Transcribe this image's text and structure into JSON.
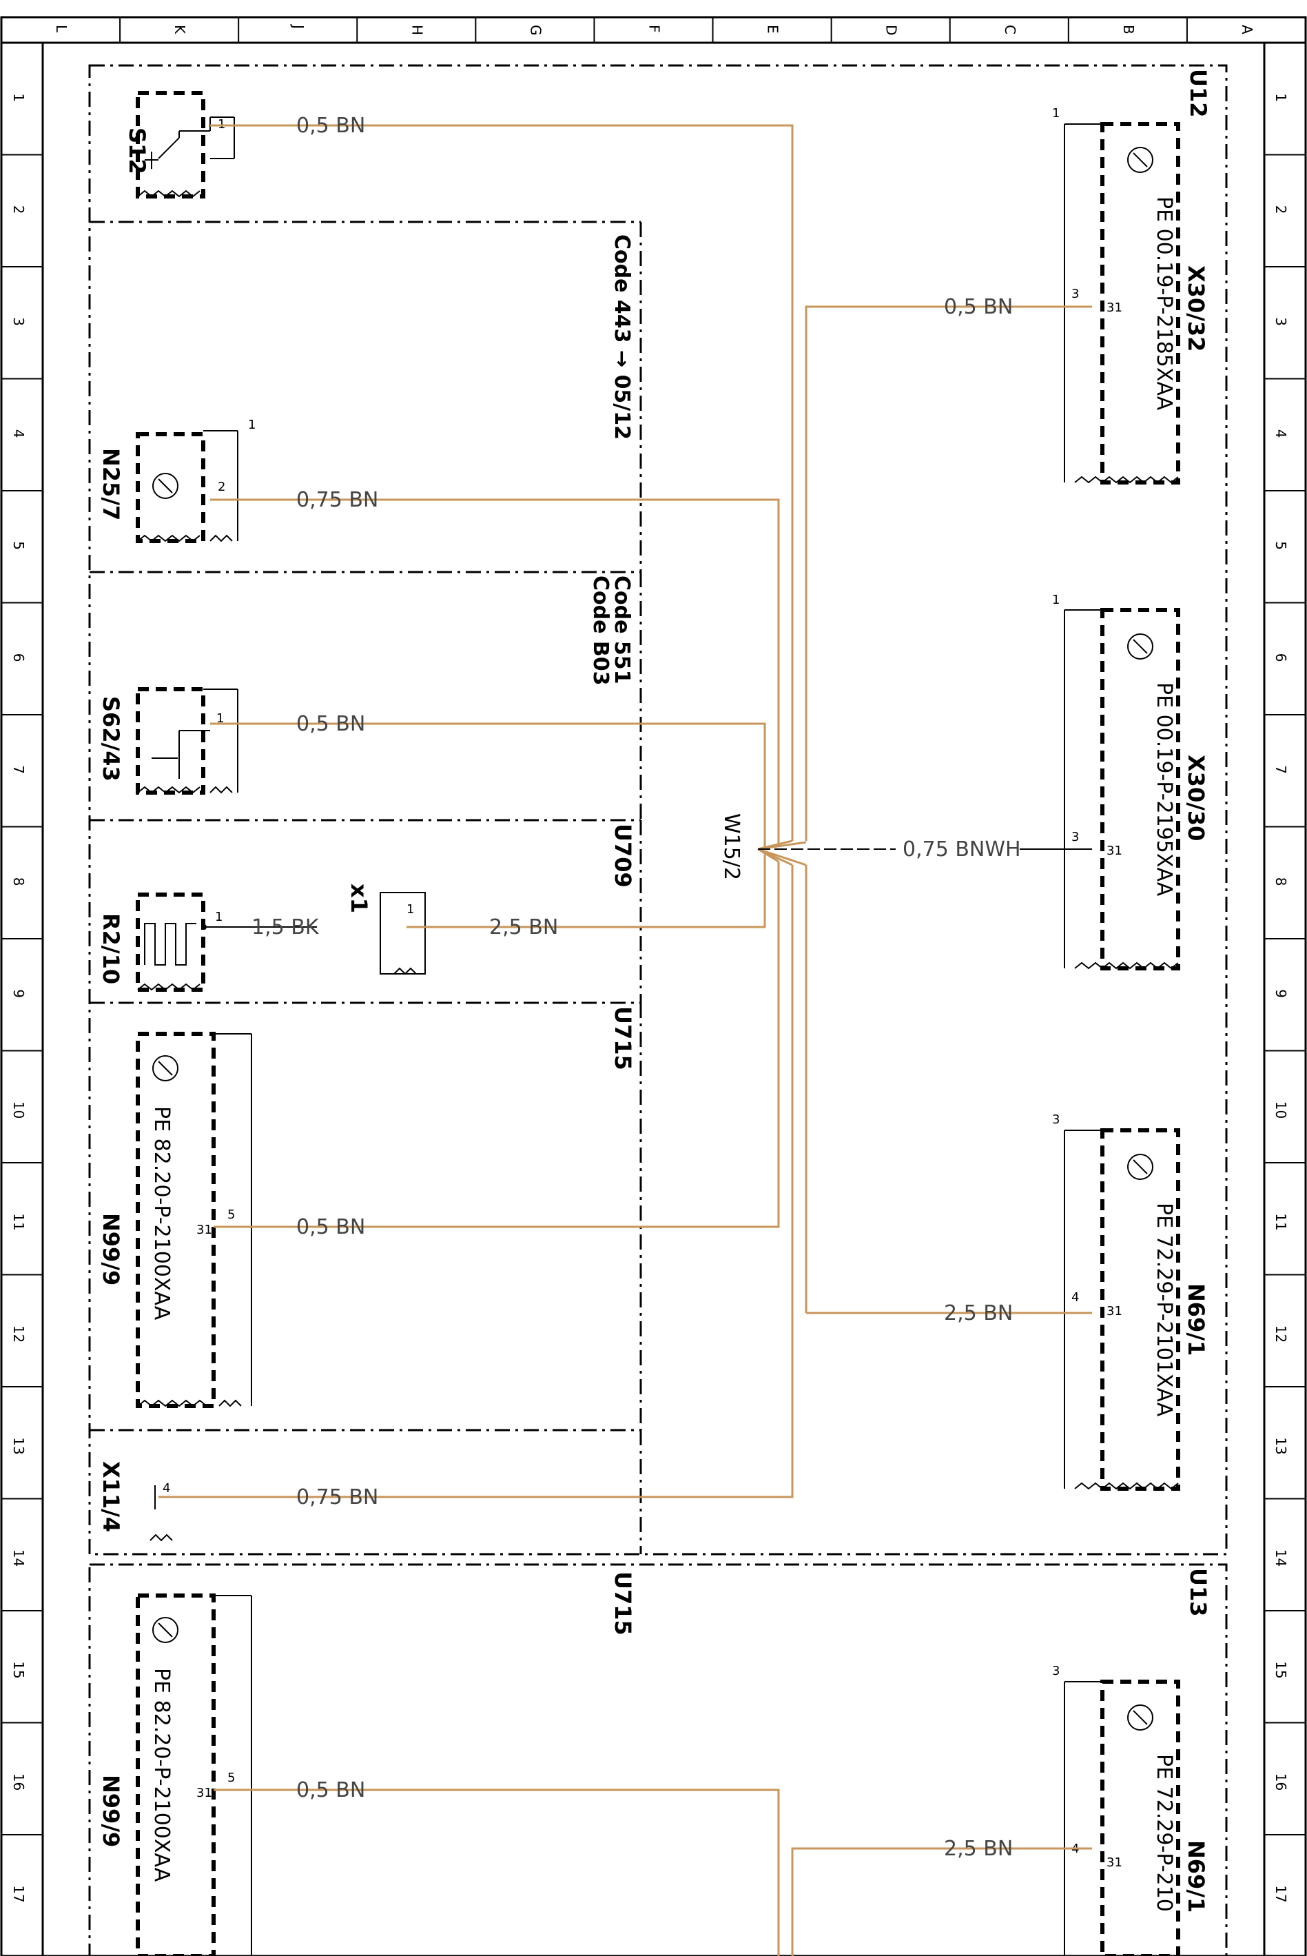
{
  "grid": {
    "columns": [
      "L",
      "K",
      "J",
      "H",
      "G",
      "F",
      "E",
      "D",
      "C",
      "B",
      "A"
    ],
    "rows": [
      "1",
      "2",
      "3",
      "4",
      "5",
      "6",
      "7",
      "8",
      "9",
      "10",
      "11",
      "12",
      "13",
      "14",
      "15",
      "16",
      "17"
    ]
  },
  "modules": {
    "u12": "U12",
    "u13": "U13"
  },
  "sections": {
    "code_443": "Code 443 → 05/12",
    "code_551": "Code 551",
    "code_b03": "Code B03",
    "u709": "U709",
    "u715_a": "U715",
    "u715_b": "U715"
  },
  "components": {
    "s12": "S12",
    "n25_7": "N25/7",
    "s62_43": "S62/43",
    "r2_10": "R2/10",
    "x1": "x1",
    "n99_9_a": "N99/9",
    "n99_9_b": "N99/9",
    "x11_4": "X11/4",
    "x30_32": "X30/32",
    "x30_30": "X30/30",
    "n69_1_a": "N69/1",
    "n69_1_b": "N69/1",
    "w15_2": "W15/2"
  },
  "docrefs": {
    "x30_32": "PE 00.19-P-2185XAA",
    "x30_30": "PE 00.19-P-2195XAA",
    "n69_1_a": "PE 72.29-P-2101XAA",
    "n69_1_b": "PE 72.29-P-210",
    "n99_9_a": "PE 82.20-P-2100XAA",
    "n99_9_b": "PE 82.20-P-2100XAA"
  },
  "pins": {
    "s12": "1",
    "n25_7_a": "1",
    "n25_7_b": "2",
    "s62_43": "1",
    "r2_10": "1",
    "x1": "1",
    "n99_9_a_5": "5",
    "n99_9_a_31": "31",
    "n99_9_b_5": "5",
    "n99_9_b_31": "31",
    "x11_4": "4",
    "x30_32_top": "1",
    "x30_32_3": "3",
    "x30_32_31": "31",
    "x30_30_top": "1",
    "x30_30_3": "3",
    "x30_30_31": "31",
    "n69_1_a_top": "3",
    "n69_1_a_4": "4",
    "n69_1_a_31": "31",
    "n69_1_b_top": "3",
    "n69_1_b_4": "4",
    "n69_1_b_31": "31"
  },
  "wires": {
    "s12": "0,5 BN",
    "n25_7": "0,75 BN",
    "s62_43": "0,5 BN",
    "r2_10": "1,5 BK",
    "x1": "2,5 BN",
    "n99_9_a": "0,5 BN",
    "x11_4": "0,75 BN",
    "n99_9_b": "0,5 BN",
    "x30_32": "0,5 BN",
    "x30_30": "0,75 BNWH",
    "n69_1_a": "2,5 BN",
    "n69_1_b": "2,5 BN"
  },
  "colors": {
    "wire_brown": "#c8965a",
    "line": "#000000",
    "background": "#ffffff"
  }
}
